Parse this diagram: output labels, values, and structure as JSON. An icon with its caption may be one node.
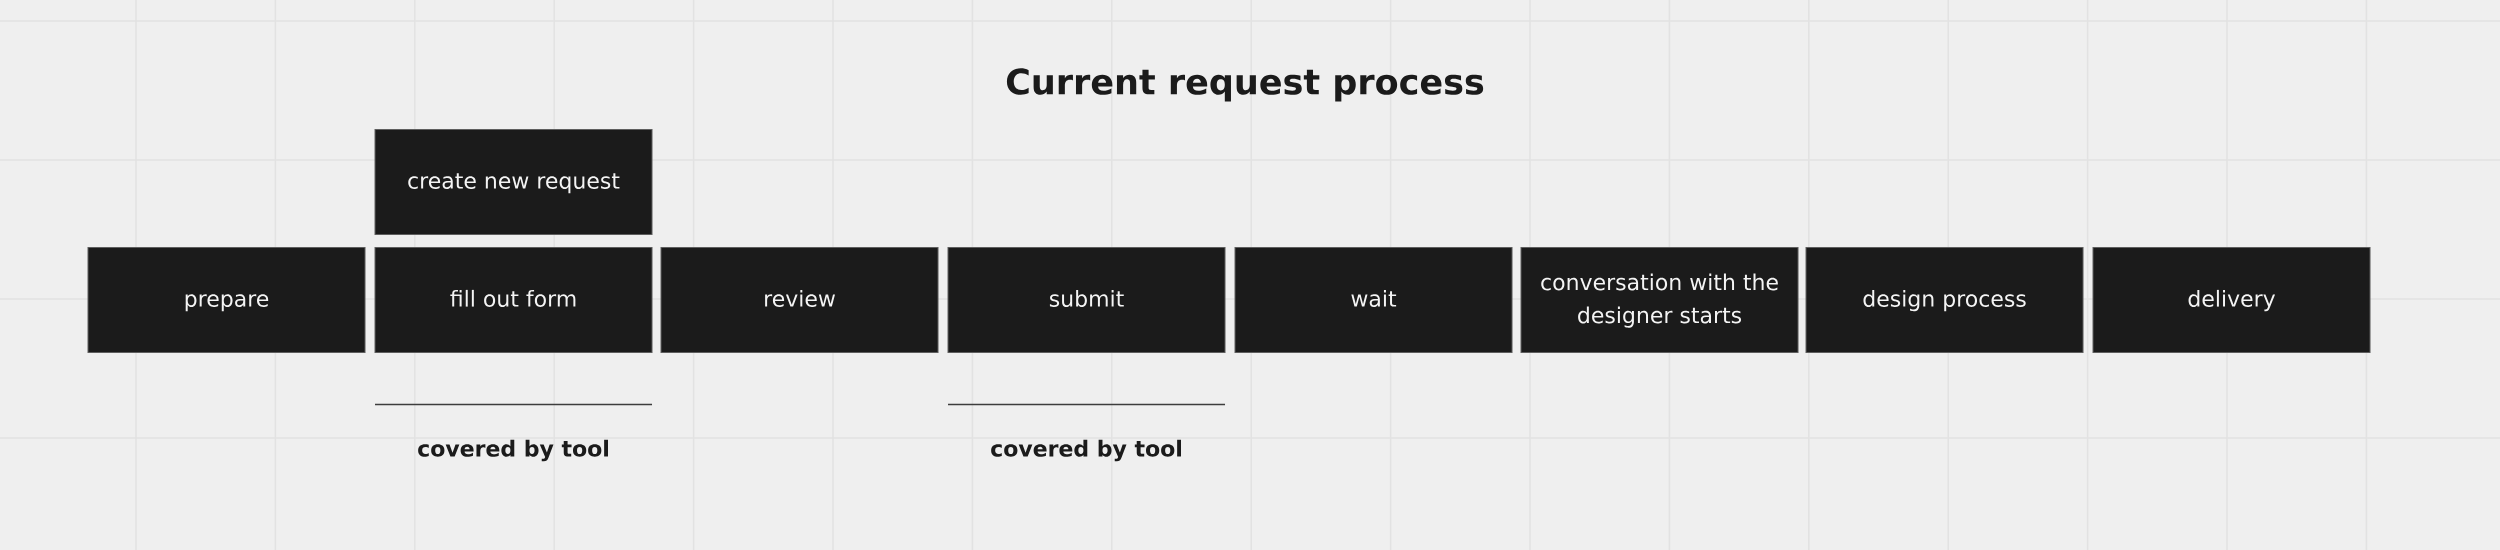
{
  "diagram": {
    "title": "Current request process",
    "nodes": [
      {
        "text": [
          "create new request"
        ]
      },
      {
        "text": [
          "prepare"
        ]
      },
      {
        "text": [
          "fill out form"
        ],
        "beside": [
          "covered by tool"
        ]
      },
      {
        "text": [
          "review"
        ]
      },
      {
        "text": [
          "submit"
        ],
        "beside": [
          "covered by tool"
        ]
      },
      {
        "text": [
          "wait"
        ]
      },
      {
        "text": [
          "conversation with the designer starts"
        ]
      },
      {
        "text": [
          "design process"
        ]
      },
      {
        "text": [
          "delivery"
        ]
      }
    ]
  }
}
